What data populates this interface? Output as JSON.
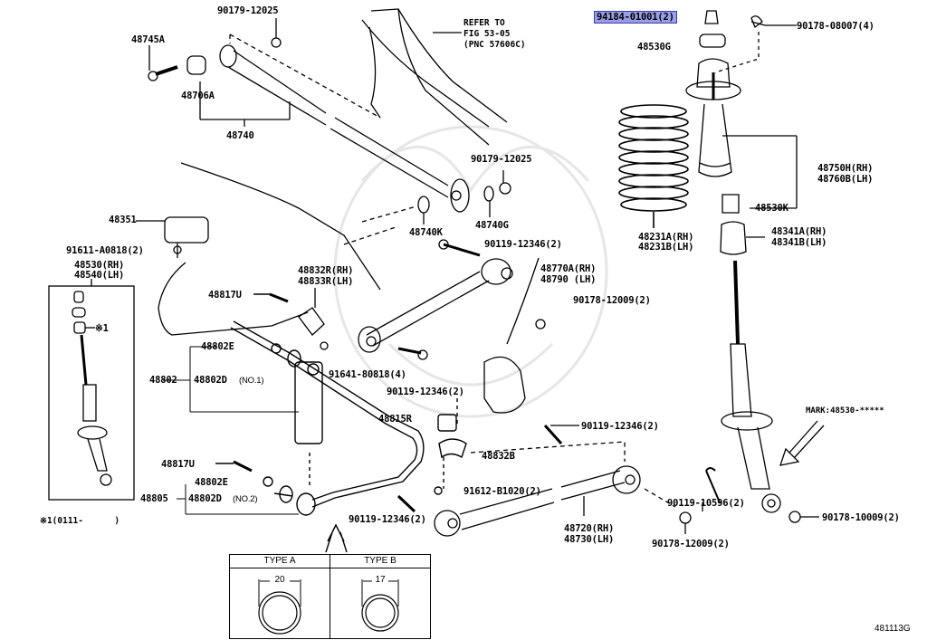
{
  "figure_id": "481113G",
  "highlight_color": "#9a9ee8",
  "reference_note": [
    "REFER TO",
    "FIG 53-05",
    "(PNC 57606C)"
  ],
  "mark_note": "MARK:48530-*****",
  "footnote": "※1(0111-      )",
  "asterisk_callout": "※1",
  "parts": {
    "p90179_12025_top": "90179-12025",
    "p48745A": "48745A",
    "p48706A": "48706A",
    "p48740": "48740",
    "p94184_01001": "94184-01001(2)",
    "p48530G": "48530G",
    "p90178_08007": "90178-08007(4)",
    "p48750H": "48750H(RH)",
    "p48760B": "48760B(LH)",
    "p48530K": "48530K",
    "p48231A": "48231A(RH)",
    "p48231B": "48231B(LH)",
    "p48341A": "48341A(RH)",
    "p48341B": "48341B(LH)",
    "p90179_12025_mid": "90179-12025",
    "p48740K": "48740K",
    "p48740G": "48740G",
    "p90119_12346_a": "90119-12346(2)",
    "p48770A": "48770A(RH)",
    "p48790": "48790  (LH)",
    "p90178_12009_a": "90178-12009(2)",
    "p48351": "48351",
    "p91611_A0818": "91611-A0818(2)",
    "p48530": "48530(RH)",
    "p48540": "48540(LH)",
    "p48832R": "48832R(RH)",
    "p48833R": "48833R(LH)",
    "p48817U_a": "48817U",
    "p48802E_a": "48802E",
    "p48802": "48802",
    "p48802D_a": "48802D",
    "no1": "(NO.1)",
    "p91641_80818": "91641-80818(4)",
    "p90119_12346_b": "90119-12346(2)",
    "p48815R": "48815R",
    "p90119_12346_c": "90119-12346(2)",
    "p48832B": "48832B",
    "p48817U_b": "48817U",
    "p48802E_b": "48802E",
    "p48805": "48805",
    "p48802D_b": "48802D",
    "no2": "(NO.2)",
    "p91612_B1020": "91612-B1020(2)",
    "p90119_12346_d": "90119-12346(2)",
    "p48720": "48720(RH)",
    "p48730": "48730(LH)",
    "p90119_10596": "90119-10596(2)",
    "p90178_12009_b": "90178-12009(2)",
    "p90178_10009": "90178-10009(2)"
  },
  "type_table": {
    "type_a": {
      "label": "TYPE A",
      "dimension": "20"
    },
    "type_b": {
      "label": "TYPE B",
      "dimension": "17"
    }
  }
}
